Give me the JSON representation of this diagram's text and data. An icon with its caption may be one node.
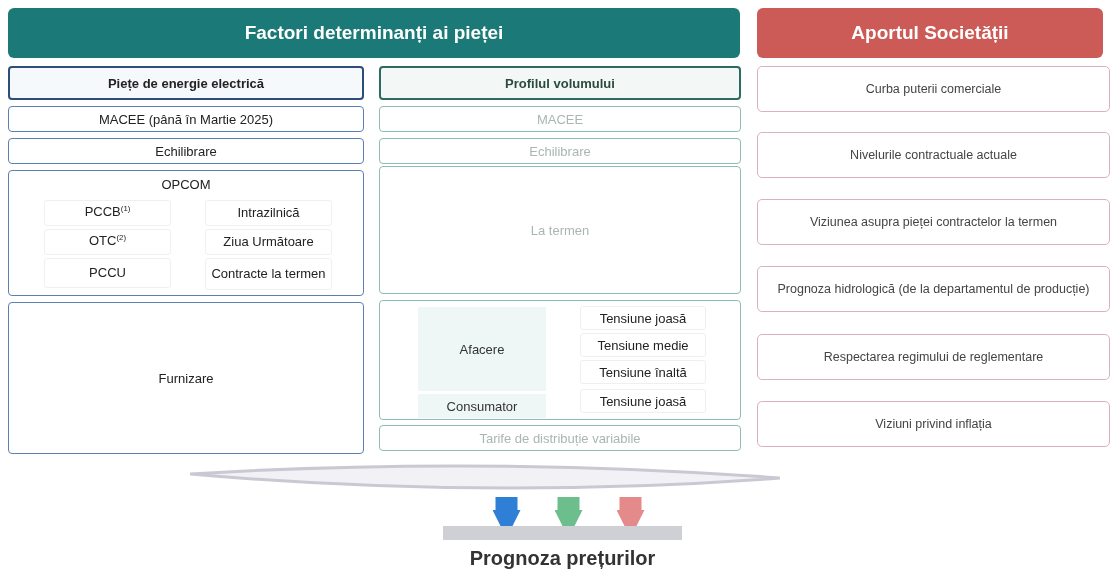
{
  "diagram": {
    "nodes": [
      {
        "text": [
          "Factori determinanți ai pieței"
        ]
      },
      {
        "text": [
          "Aportul Societății"
        ]
      },
      {
        "text": [
          "Piețe de energie electrică"
        ]
      },
      {
        "text": [
          "MACEE (până în Martie 2025)"
        ]
      },
      {
        "text": [
          "Echilibrare"
        ]
      },
      {
        "text": [
          "OPCOM"
        ]
      },
      {
        "text": [
          "PCCB$^{(1)}$"
        ],
        "in": 5
      },
      {
        "text": [
          "Intrazilnică"
        ],
        "in": 5
      },
      {
        "text": [
          "OTC$^{(2)}$"
        ],
        "in": 5
      },
      {
        "text": [
          "Ziua Următoare"
        ],
        "in": 5
      },
      {
        "text": [
          "PCCU"
        ],
        "in": 5
      },
      {
        "text": [
          "Contracte la termen"
        ],
        "in": 5
      },
      {
        "text": [
          "Furnizare"
        ]
      },
      {
        "text": [
          "Profilul volumului"
        ]
      },
      {
        "text": [
          "MACEE"
        ]
      },
      {
        "text": [
          "Echilibrare"
        ]
      },
      {
        "text": [
          "La termen"
        ]
      },
      {
        "text": [],
        "shape": "box"
      },
      {
        "text": [
          "Afacere"
        ],
        "in": 17
      },
      {
        "text": [
          "Consumator"
        ],
        "in": 17
      },
      {
        "text": [
          "Tensiune joasă"
        ],
        "in": 17
      },
      {
        "text": [
          "Tensiune medie"
        ],
        "in": 17
      },
      {
        "text": [
          "Tensiune înaltă"
        ],
        "in": 17
      },
      {
        "text": [
          "Tensiune joasă"
        ],
        "in": 17
      },
      {
        "text": [
          "Tarife de distribuție variabile"
        ]
      },
      {
        "text": [
          "Curba puterii comerciale"
        ]
      },
      {
        "text": [
          "Nivelurile contractuale actuale"
        ]
      },
      {
        "text": [
          "Viziunea asupra pieței contractelor la termen"
        ]
      },
      {
        "text": [
          "Prognoza hidrologică (de la departamentul de producție)"
        ]
      },
      {
        "text": [
          "Respectarea regimului de reglementare"
        ]
      },
      {
        "text": [
          "Viziuni privind inflația"
        ]
      },
      {
        "text": [],
        "shape": "ellipse"
      },
      {
        "text": [
          "Prognoza prețurilor"
        ]
      }
    ],
    "edges": [
      {
        "from": 31,
        "to": 32,
        "arrow": "to",
        "color": "#2f7fd6"
      },
      {
        "from": 31,
        "to": 32,
        "arrow": "to",
        "color": "#6cbf8c"
      },
      {
        "from": 31,
        "to": 32,
        "arrow": "to",
        "color": "#e58a8a"
      }
    ]
  }
}
